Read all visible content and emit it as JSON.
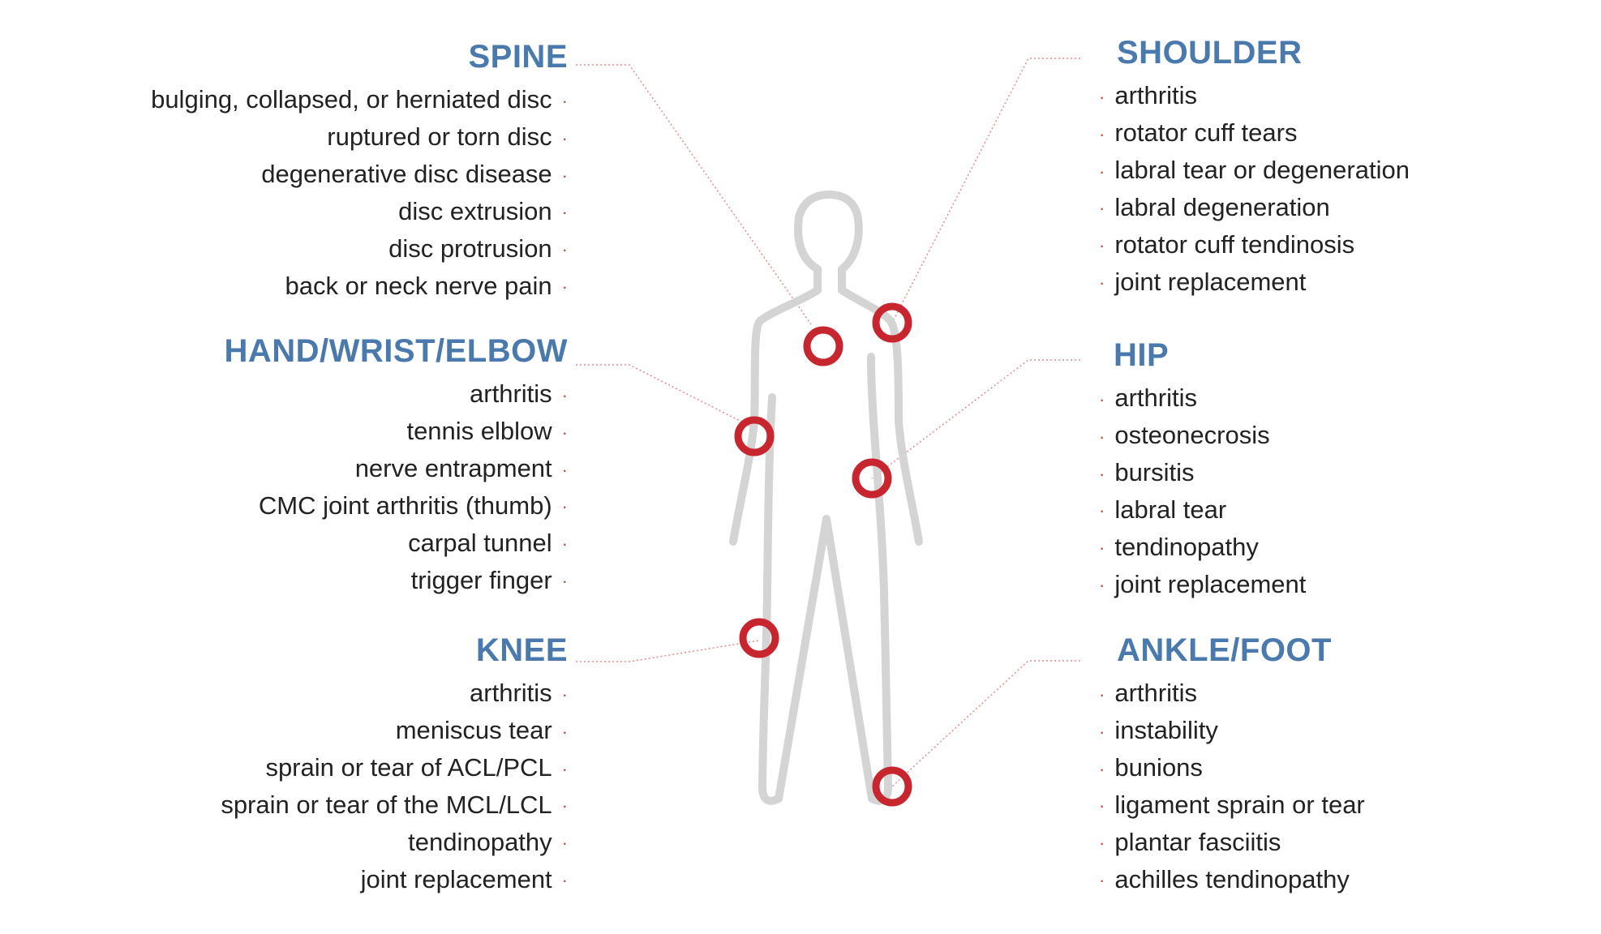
{
  "accent_color": "#4a79ad",
  "marker_color": "#c7262f",
  "figure_color": "#d4d4d4",
  "bullet_glyph": "·",
  "sections": {
    "spine": {
      "title": "SPINE",
      "items": [
        "bulging, collapsed, or herniated disc",
        "ruptured or torn disc",
        "degenerative disc disease",
        "disc extrusion",
        "disc protrusion",
        "back or neck nerve pain"
      ]
    },
    "hand": {
      "title": "HAND/WRIST/ELBOW",
      "items": [
        "arthritis",
        "tennis elblow",
        "nerve entrapment",
        "CMC joint arthritis (thumb)",
        "carpal tunnel",
        "trigger finger"
      ]
    },
    "knee": {
      "title": "KNEE",
      "items": [
        "arthritis",
        "meniscus tear",
        "sprain or tear of ACL/PCL",
        "sprain or tear of the MCL/LCL",
        "tendinopathy",
        "joint replacement"
      ]
    },
    "shoulder": {
      "title": "SHOULDER",
      "items": [
        "arthritis",
        "rotator cuff tears",
        "labral tear or degeneration",
        "labral degeneration",
        "rotator cuff tendinosis",
        "joint replacement"
      ]
    },
    "hip": {
      "title": "HIP",
      "items": [
        "arthritis",
        "osteonecrosis",
        "bursitis",
        "labral tear",
        "tendinopathy",
        "joint replacement"
      ]
    },
    "ankle": {
      "title": "ANKLE/FOOT",
      "items": [
        "arthritis",
        "instability",
        "bunions",
        "ligament sprain or tear",
        "plantar fasciitis",
        "achilles tendinopathy"
      ]
    }
  }
}
